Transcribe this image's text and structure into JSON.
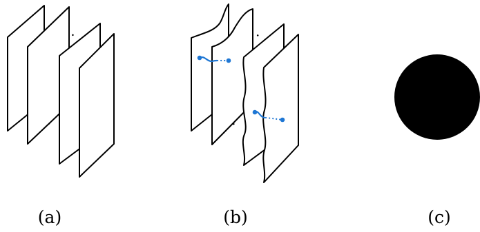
{
  "captions": {
    "a": "(a)",
    "b": "(b)",
    "c": "(c)"
  },
  "colors": {
    "ink": "#000000",
    "path": "#1f77d4"
  }
}
